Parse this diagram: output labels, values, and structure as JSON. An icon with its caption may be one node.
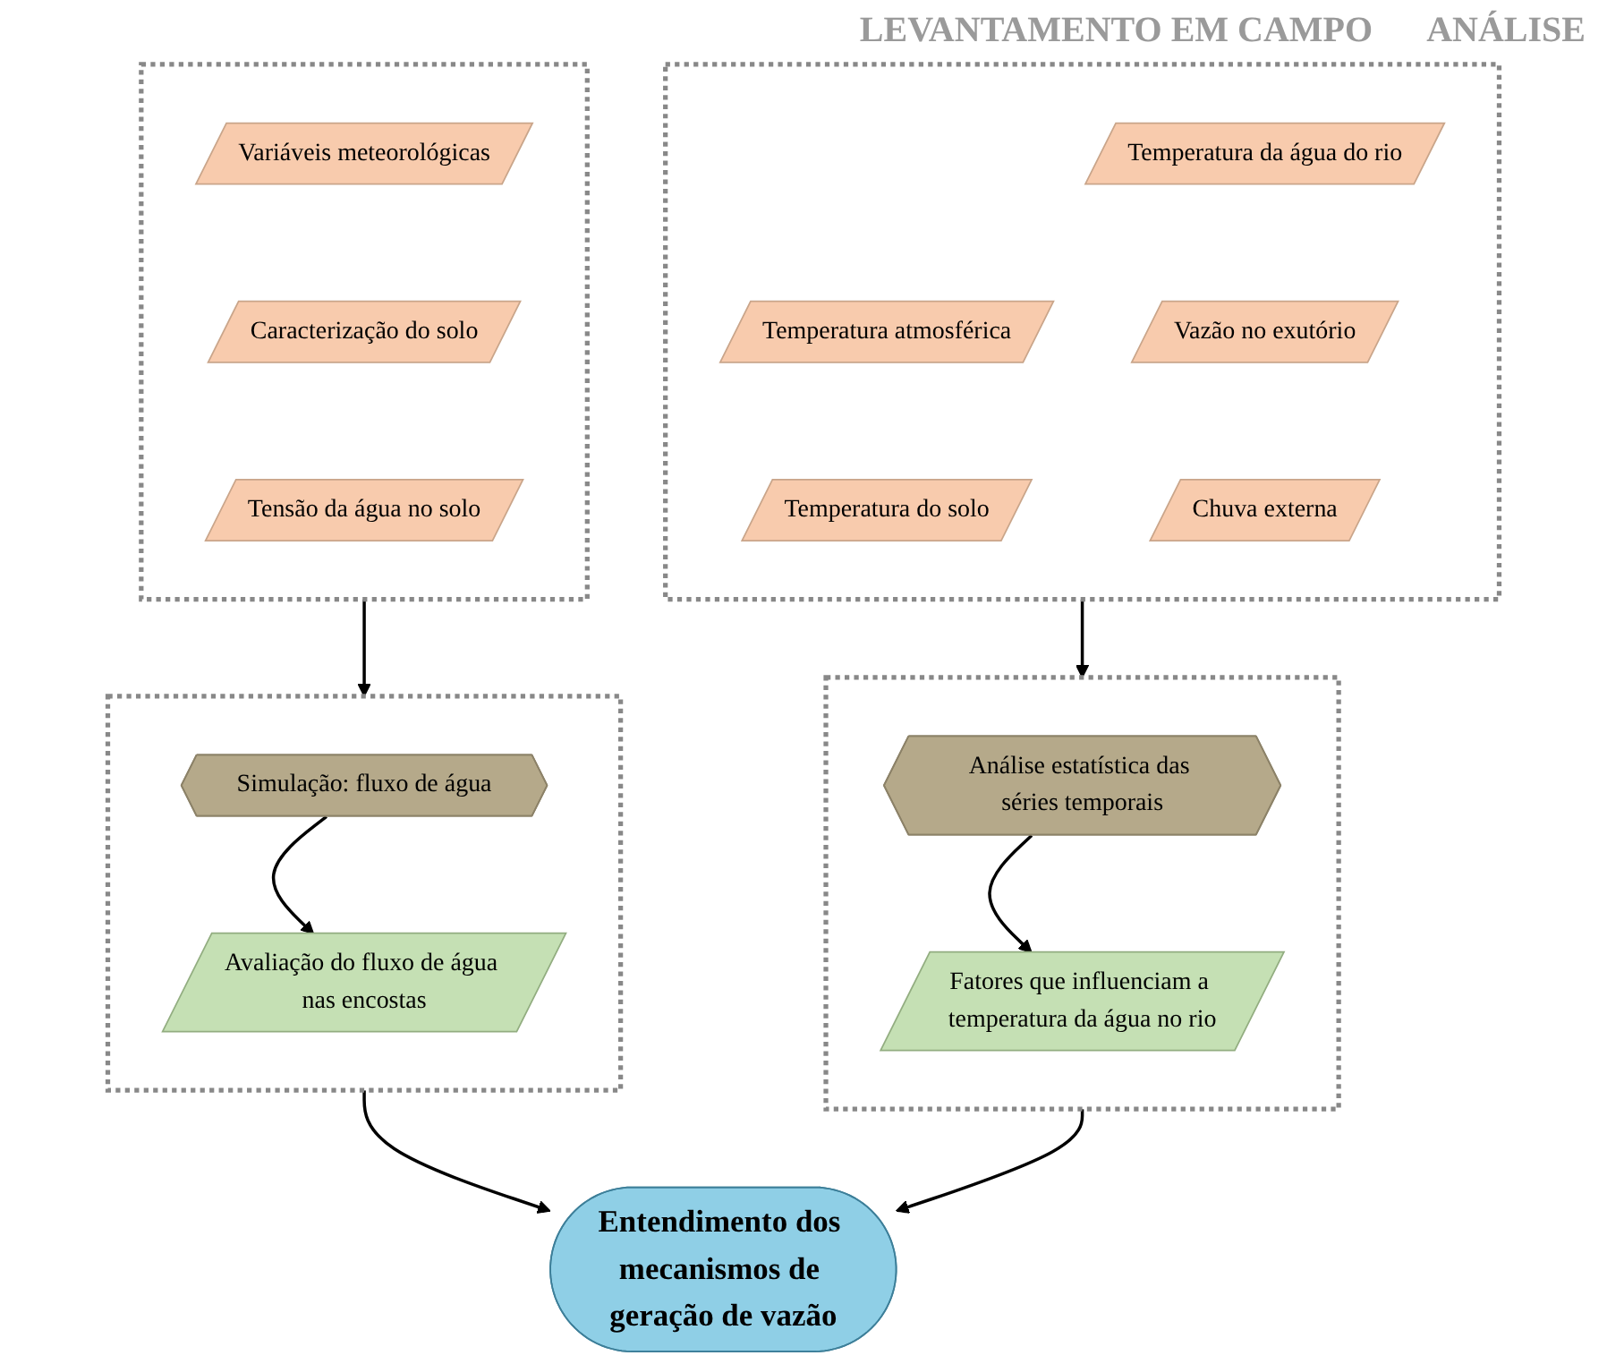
{
  "diagram": {
    "nodes": [
      {
        "text": [],
        "shape": "box"
      },
      {
        "text": [
          "Variáveis meteorológicas"
        ],
        "in": 0
      },
      {
        "text": [
          "Caracterização do solo"
        ],
        "in": 0
      },
      {
        "text": [
          "Tensão da água no solo"
        ],
        "in": 0
      },
      {
        "text": [],
        "shape": "box"
      },
      {
        "text": [
          "Temperatura da água do rio"
        ],
        "in": 4
      },
      {
        "text": [
          "Temperatura atmosférica"
        ],
        "in": 4
      },
      {
        "text": [
          "Vazão no exutório"
        ],
        "in": 4
      },
      {
        "text": [
          "Temperatura do solo"
        ],
        "in": 4
      },
      {
        "text": [
          "Chuva externa"
        ],
        "in": 4
      },
      {
        "text": [],
        "shape": "box"
      },
      {
        "text": [
          "Simulação: fluxo de água"
        ],
        "in": 10
      },
      {
        "text": [
          "Avaliação do fluxo de água nas encostas"
        ],
        "in": 10
      },
      {
        "text": [],
        "shape": "box"
      },
      {
        "text": [
          "Análise estatística das séries temporais"
        ],
        "in": 13
      },
      {
        "text": [
          "Fatores que influenciam a temperatura da água no rio"
        ],
        "in": 13
      },
      {
        "text": [
          "Entendimento dos mecanismos de geração de vazão"
        ]
      }
    ],
    "edges": [
      {
        "from": 0,
        "to": 10,
        "arrow": "to"
      },
      {
        "from": 4,
        "to": 13,
        "arrow": "to"
      },
      {
        "from": 11,
        "to": 12,
        "arrow": "to"
      },
      {
        "from": 14,
        "to": 15,
        "arrow": "to"
      },
      {
        "from": 10,
        "to": 16,
        "arrow": "to"
      },
      {
        "from": 13,
        "to": 16,
        "arrow": "to"
      }
    ],
    "labels": [
      "LEVANTAMENTO EM CAMPO",
      "ANÁLISE"
    ]
  }
}
